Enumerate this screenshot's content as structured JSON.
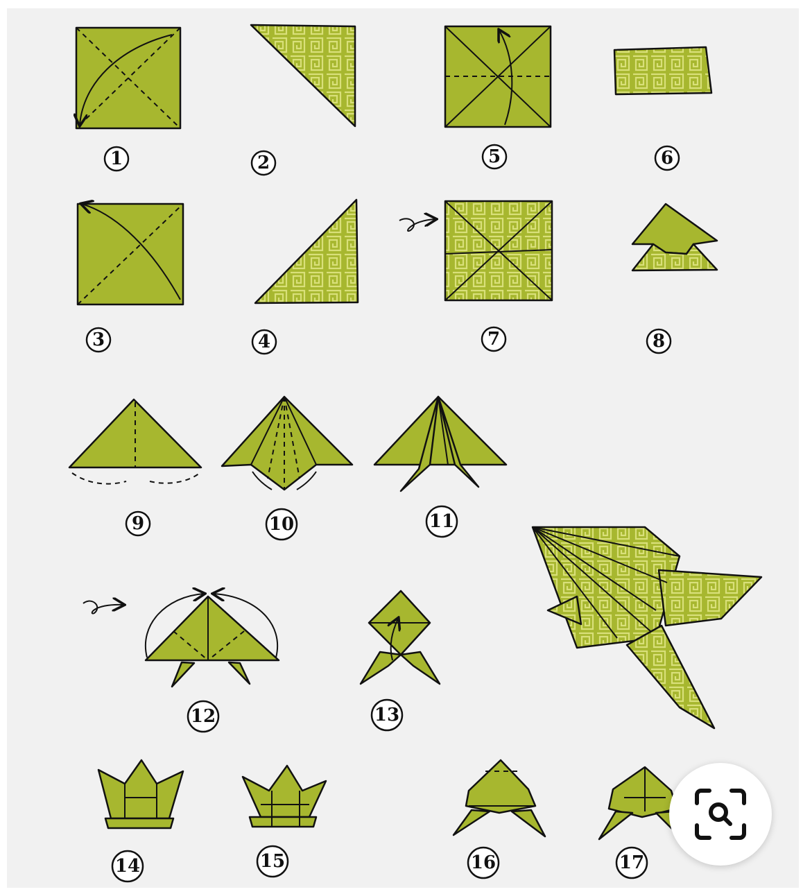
{
  "colors": {
    "paper": "#a7b72f",
    "pattern_line": "#d9e07a",
    "outline": "#111111",
    "background": "#f1f1f1"
  },
  "steps": [
    {
      "label": "1"
    },
    {
      "label": "2"
    },
    {
      "label": "3"
    },
    {
      "label": "4"
    },
    {
      "label": "5"
    },
    {
      "label": "6"
    },
    {
      "label": "7"
    },
    {
      "label": "8"
    },
    {
      "label": "9"
    },
    {
      "label": "10"
    },
    {
      "label": "11"
    },
    {
      "label": "12"
    },
    {
      "label": "13"
    },
    {
      "label": "14"
    },
    {
      "label": "15"
    },
    {
      "label": "16"
    },
    {
      "label": "17"
    }
  ],
  "lens_button": {
    "icon": "visual-search-icon"
  }
}
